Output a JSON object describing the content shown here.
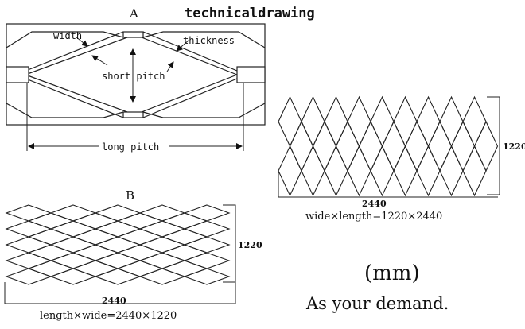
{
  "header": {
    "title": "technicaldrawing"
  },
  "panel_a": {
    "label": "A",
    "callouts": {
      "width": "width",
      "thickness": "thickness",
      "short_pitch": "short pitch",
      "long_pitch": "long pitch"
    }
  },
  "panel_right": {
    "height_dim": "1220",
    "width_dim": "2440",
    "formula": "wide×length=1220×2440"
  },
  "panel_b": {
    "label": "B",
    "height_dim": "1220",
    "width_dim": "2440",
    "formula": "length×wide=2440×1220"
  },
  "notes": {
    "unit": "(mm)",
    "demand": "As your demand."
  }
}
